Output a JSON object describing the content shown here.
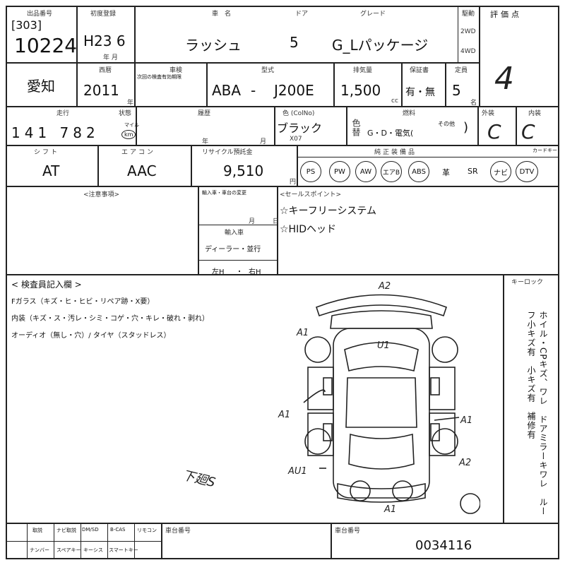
{
  "header": {
    "lot_label": "出品番号",
    "lot_code": "[303]",
    "lot_number": "10224",
    "first_reg_label": "初度登録",
    "first_reg": "H23 6",
    "first_reg_unit": "年 月",
    "car_name_label": "車　名",
    "car_name": "ラッシュ",
    "doors_label": "ドア",
    "doors": "5",
    "grade_label": "グレード",
    "grade": "G_Lパッケージ",
    "drive_label": "駆動",
    "drive_2wd": "2WD",
    "drive_4wd": "4WD",
    "score_label": "評価点",
    "score": "4"
  },
  "row2": {
    "region": "愛知",
    "year_label": "西暦",
    "year": "2011",
    "year_unit": "年",
    "inspection_label": "車検",
    "inspection_note": "次回の検査有効期限",
    "model_label": "型式",
    "model_prefix": "ABA",
    "model_dash": "-",
    "model_code": "J200E",
    "displacement_label": "排気量",
    "displacement": "1,500",
    "displacement_unit": "cc",
    "warranty_label": "保証書",
    "warranty": "有・無",
    "capacity_label": "定員",
    "capacity": "5",
    "capacity_unit": "名"
  },
  "row3": {
    "mileage_label": "走行",
    "mileage": "141 782",
    "mileage_unit": "km",
    "mile_label": "マイル",
    "status_label": "状態",
    "history_label": "履歴",
    "year_word": "年",
    "month_word": "月",
    "color_label": "色 (ColNo)",
    "color": "ブラック",
    "color_code": "X07",
    "repaint_label": "色替",
    "fuel_label": "燃料",
    "fuel": "G・D・電気(",
    "fuel_close": ")",
    "fuel_other": "その他",
    "exterior_label": "外装",
    "exterior": "C",
    "interior_label": "内装",
    "interior": "C"
  },
  "row4": {
    "shift_label": "シフト",
    "shift": "AT",
    "ac_label": "エアコン",
    "ac": "AAC",
    "recycle_label": "リサイクル預託金",
    "recycle": "9,510",
    "recycle_unit": "円",
    "equipment_label": "純正装備品",
    "equipment": [
      "PS",
      "PW",
      "AW",
      "エアB",
      "ABS"
    ],
    "leather": "革",
    "sunroof": "SR",
    "navi": "ナビ",
    "dtv": "DTV",
    "keyless_label": "カードキー"
  },
  "notes": {
    "caution_label": "<注意事項>",
    "warn_label": "輸入車・車台の変更",
    "month": "月",
    "day": "日",
    "import_label": "輸入車",
    "dealer": "ディーラー・並行",
    "left_h": "左H",
    "dot": "・",
    "right_h": "右H",
    "sales_label": "<セールスポイント>",
    "sales_points": [
      "☆キーフリーシステム",
      "☆HIDヘッド"
    ]
  },
  "inspector": {
    "title": "< 検査員記入欄 >",
    "lines": [
      "Fガラス（キズ・ヒ・ヒビ・リペア跡・X要）",
      "内装（キズ・ス・汚レ・シミ・コゲ・穴・キレ・破れ・剥れ）",
      "オーディオ（無し・穴）/ タイヤ（スタッドレス）"
    ],
    "handwritten_extra": "下廻S",
    "hand_marks": [
      "A2",
      "U1",
      "A1",
      "A1",
      "A1",
      "A2",
      "AU1",
      "A1"
    ],
    "key_label": "キーロック",
    "vertical_notes": "ホイル・CPキズ、ワレ　ドアミラーキワレ　ルーフ小キズ有　小キズ有　補修有"
  },
  "footer": {
    "col_labels": [
      "取説",
      "ナビ取説",
      "DM/SD",
      "B-CAS",
      "リモコン"
    ],
    "col_labels2": [
      "ナンバー",
      "スペアキー",
      "キーシス",
      "スマートキー"
    ],
    "chassis_label": "車台番号",
    "vehicle_label": "車台番号",
    "number": "0034116"
  }
}
